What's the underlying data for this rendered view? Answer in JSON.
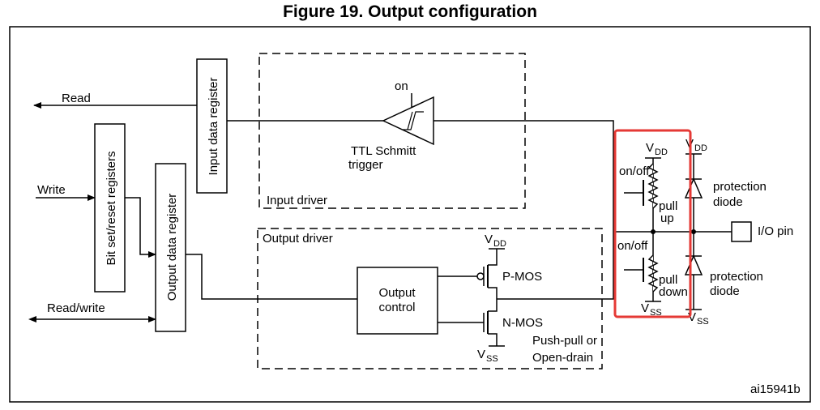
{
  "title": "Figure 19. Output configuration",
  "labels": {
    "read": "Read",
    "write": "Write",
    "read_write": "Read/write",
    "input_data_register": "Input data register",
    "bit_set_reset_registers": "Bit set/reset registers",
    "output_data_register": "Output data register",
    "on": "on",
    "schmitt_line1": "TTL Schmitt",
    "schmitt_line2": "trigger",
    "input_driver": "Input driver",
    "output_driver": "Output driver",
    "output_control_line1": "Output",
    "output_control_line2": "control",
    "pmos": "P-MOS",
    "nmos": "N-MOS",
    "push_pull_line1": "Push-pull or",
    "push_pull_line2": "Open-drain",
    "v": "V",
    "dd": "DD",
    "ss": "SS",
    "on_off": "on/off",
    "pull": "pull",
    "up": "up",
    "down": "down",
    "protection": "protection",
    "diode": "diode",
    "io_pin": "I/O pin",
    "figure_id": "ai15941b"
  },
  "colors": {
    "highlight": "#e53935",
    "ink": "#000000"
  }
}
